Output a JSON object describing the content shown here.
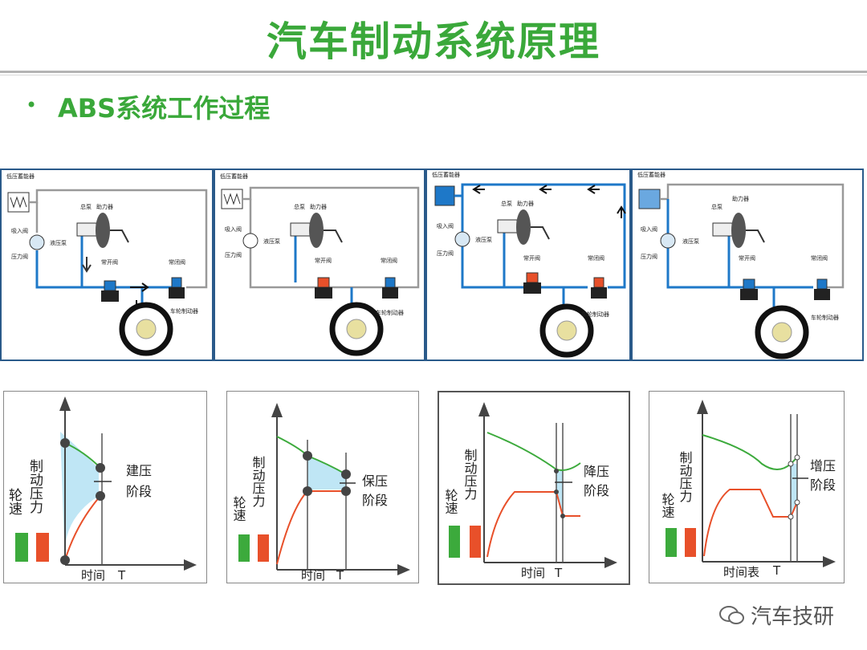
{
  "title": "汽车制动系统原理",
  "bullet": "•",
  "subtitle": "ABS系统工作过程",
  "diagrams": {
    "low_pressure_accumulator": "低压蓄能器",
    "master_cylinder": "总泵",
    "booster": "助力器",
    "inlet_valve": "吸入阀",
    "pump": "液压泵",
    "pressure_valve": "压力阀",
    "normally_open_valve": "常开阀",
    "normally_closed_valve": "常闭阀",
    "wheel_brake": "车轮制动器"
  },
  "charts": [
    {
      "ylabel_brake": "制动压力",
      "ylabel_wheel": "轮速",
      "xlabel": "时间",
      "t_label": "T",
      "phase_line1": "建压",
      "phase_line2": "阶段"
    },
    {
      "ylabel_brake": "制动压力",
      "ylabel_wheel": "轮速",
      "xlabel": "时间",
      "t_label": "T",
      "phase_line1": "保压",
      "phase_line2": "阶段"
    },
    {
      "ylabel_brake": "制动压力",
      "ylabel_wheel": "轮速",
      "xlabel": "时间",
      "t_label": "T",
      "phase_line1": "降压",
      "phase_line2": "阶段"
    },
    {
      "ylabel_brake": "制动压力",
      "ylabel_wheel": "轮速",
      "xlabel": "时间表",
      "t_label": "T",
      "phase_line1": "增压",
      "phase_line2": "阶段"
    }
  ],
  "watermark": "汽车技研",
  "colors": {
    "title": "#3aa83a",
    "pipe": "#1e78c8",
    "wheel_speed": "#3caa3c",
    "brake_pressure": "#e8502a",
    "fill": "#bfe6f5"
  }
}
